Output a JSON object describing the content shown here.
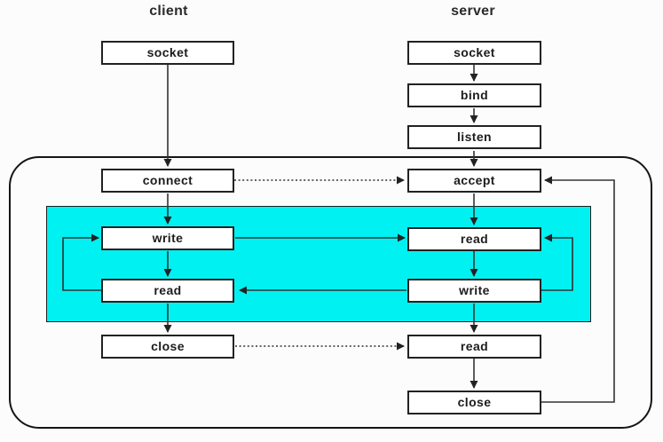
{
  "diagram": {
    "client": {
      "title": "client",
      "nodes": {
        "socket": "socket",
        "connect": "connect",
        "write": "write",
        "read": "read",
        "close": "close"
      }
    },
    "server": {
      "title": "server",
      "nodes": {
        "socket": "socket",
        "bind": "bind",
        "listen": "listen",
        "accept": "accept",
        "read": "read",
        "write": "write",
        "read2": "read",
        "close": "close"
      }
    },
    "edges": [
      {
        "from": "client.socket",
        "to": "client.connect",
        "style": "solid-arrow"
      },
      {
        "from": "client.connect",
        "to": "client.write",
        "style": "solid-arrow"
      },
      {
        "from": "client.write",
        "to": "client.read",
        "style": "solid-arrow"
      },
      {
        "from": "client.read",
        "to": "client.close",
        "style": "solid-arrow"
      },
      {
        "from": "server.socket",
        "to": "server.bind",
        "style": "solid-arrow"
      },
      {
        "from": "server.bind",
        "to": "server.listen",
        "style": "solid-arrow"
      },
      {
        "from": "server.listen",
        "to": "server.accept",
        "style": "solid-arrow"
      },
      {
        "from": "server.accept",
        "to": "server.read",
        "style": "solid-arrow"
      },
      {
        "from": "server.read",
        "to": "server.write",
        "style": "solid-arrow"
      },
      {
        "from": "server.write",
        "to": "server.read2",
        "style": "solid-arrow"
      },
      {
        "from": "server.read2",
        "to": "server.close",
        "style": "solid-arrow"
      },
      {
        "from": "client.write",
        "to": "server.read",
        "style": "solid-arrow"
      },
      {
        "from": "server.write",
        "to": "client.read",
        "style": "solid-arrow"
      },
      {
        "from": "client.read",
        "to": "client.write",
        "style": "loop-arrow-left"
      },
      {
        "from": "server.write",
        "to": "server.read",
        "style": "loop-arrow-right"
      },
      {
        "from": "server.close",
        "to": "server.accept",
        "style": "loop-arrow-right"
      },
      {
        "from": "client.connect",
        "to": "server.accept",
        "style": "dotted-arrow"
      },
      {
        "from": "client.close",
        "to": "server.read2",
        "style": "dotted-arrow"
      }
    ],
    "colors": {
      "highlight_fill": "#00f1f1",
      "box_fill": "#ffffff",
      "box_border": "#222222",
      "line": "#333333",
      "outer_border": "#151515",
      "text": "#1c1c1c",
      "background": "#fcfcfc"
    }
  }
}
